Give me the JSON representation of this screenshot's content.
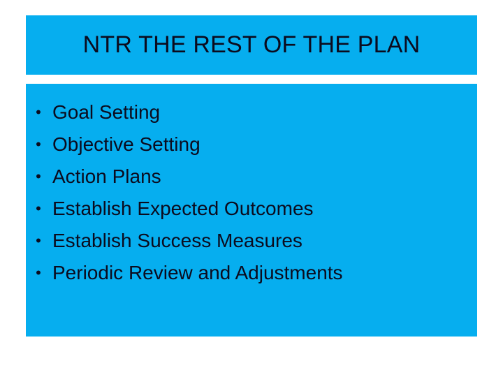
{
  "slide": {
    "title": "NTR THE REST OF THE PLAN",
    "accent_color": "#06AEEF",
    "text_color": "#0B0B1E",
    "background_color": "#FFFFFF",
    "bullet_glyph": "•",
    "bullets": [
      {
        "text": "Goal Setting"
      },
      {
        "text": "Objective Setting"
      },
      {
        "text": "Action Plans"
      },
      {
        "text": "Establish Expected Outcomes"
      },
      {
        "text": "Establish Success Measures"
      },
      {
        "text": "Periodic Review and Adjustments"
      }
    ]
  }
}
